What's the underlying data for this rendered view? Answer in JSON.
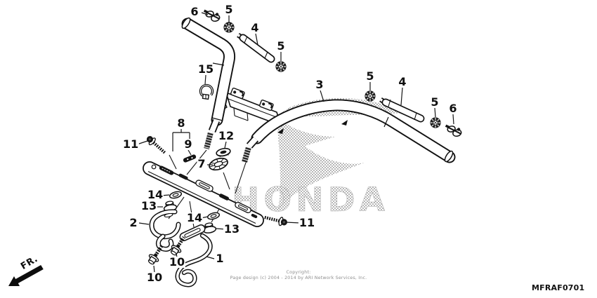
{
  "diagram": {
    "watermark": "HONDA",
    "code": "MFRAF0701",
    "fr_label": "FR.",
    "copyright_line1": "Copyright:",
    "copyright_line2": "Page design (c) 2004 - 2014 by ARI Network Services, Inc."
  },
  "callouts": [
    "6",
    "5",
    "4",
    "5",
    "15",
    "3",
    "5",
    "4",
    "5",
    "6",
    "8",
    "11",
    "9",
    "12",
    "7",
    "14",
    "13",
    "2",
    "14",
    "13",
    "1",
    "10",
    "10",
    "11"
  ]
}
